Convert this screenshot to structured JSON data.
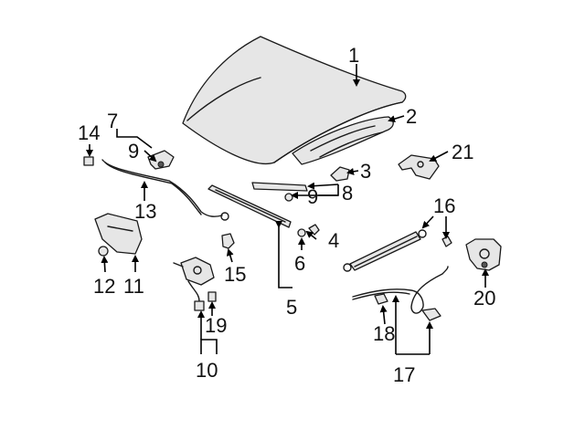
{
  "diagram": {
    "callouts": [
      "1",
      "2",
      "3",
      "4",
      "5",
      "6",
      "7",
      "8",
      "9",
      "9",
      "10",
      "11",
      "12",
      "13",
      "14",
      "15",
      "16",
      "17",
      "18",
      "19",
      "20",
      "21"
    ]
  }
}
